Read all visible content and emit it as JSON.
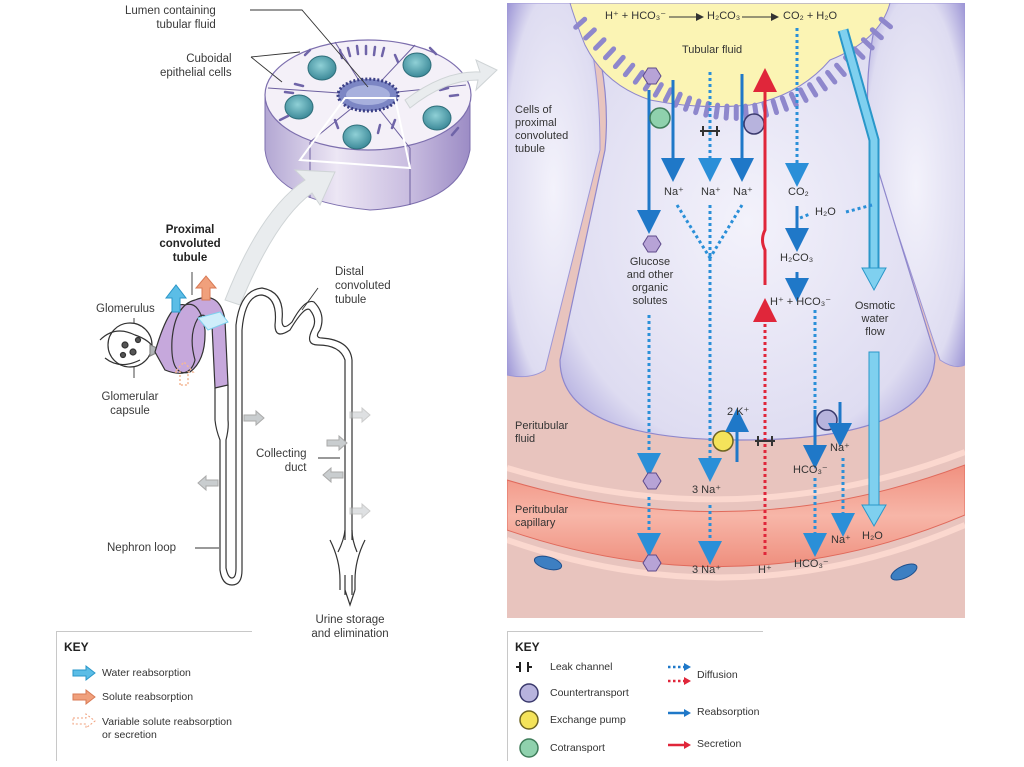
{
  "left_panel": {
    "labels": {
      "lumen": "Lumen containing\ntubular fluid",
      "cuboidal": "Cuboidal\nepithelial cells",
      "pct": "Proximal\nconvoluted\ntubule",
      "glomerulus": "Glomerulus",
      "glomerular_capsule": "Glomerular\ncapsule",
      "dct": "Distal\nconvoluted\ntubule",
      "collecting_duct": "Collecting\nduct",
      "nephron_loop": "Nephron loop",
      "urine": "Urine storage\nand elimination"
    },
    "key": {
      "title": "KEY",
      "items": [
        {
          "icon": "blue-arrow-icon",
          "label": "Water reabsorption",
          "color": "#5bbde6"
        },
        {
          "icon": "orange-arrow-icon",
          "label": "Solute reabsorption",
          "color": "#f0a07c"
        },
        {
          "icon": "dashed-orange-arrow-icon",
          "label": "Variable solute reabsorption\nor secretion",
          "color": "#f4b896"
        }
      ]
    }
  },
  "right_panel": {
    "labels": {
      "equation": "H⁺ + HCO₃⁻ ⟶ H₂CO₃ ⟶ CO₂ + H₂O",
      "eq_h": "H⁺ + HCO₃⁻",
      "eq_h2co3": "H₂CO₃",
      "eq_co2h2o": "CO₂ + H₂O",
      "tubular_fluid": "Tubular fluid",
      "cells_of_pct": "Cells of\nproximal\nconvoluted\ntubule",
      "na1": "Na⁺",
      "na2": "Na⁺",
      "na3": "Na⁺",
      "co2": "CO₂",
      "h2o_inner": "H₂O",
      "h2co3": "H₂CO₃",
      "h_hco3": "H⁺ + HCO₃⁻",
      "glucose": "Glucose\nand other\norganic\nsolutes",
      "osmotic": "Osmotic\nwater\nflow",
      "peritubular_fluid": "Peritubular\nfluid",
      "two_k": "2 K⁺",
      "na_right": "Na⁺",
      "hco3_mid": "HCO₃⁻",
      "three_na_mid": "3 Na⁺",
      "peritubular_capillary": "Peritubular\ncapillary",
      "na_cap": "Na⁺",
      "h2o_cap": "H₂O",
      "three_na_bottom": "3 Na⁺",
      "h_bottom": "H⁺",
      "hco3_bottom": "HCO₃⁻"
    },
    "key": {
      "title": "KEY",
      "items": [
        {
          "icon": "leak-channel-icon",
          "label": "Leak channel"
        },
        {
          "icon": "countertransport-icon",
          "label": "Countertransport",
          "color": "#b7b3dd"
        },
        {
          "icon": "exchange-pump-icon",
          "label": "Exchange pump",
          "color": "#f4e35a"
        },
        {
          "icon": "cotransport-icon",
          "label": "Cotransport",
          "color": "#7ec8a0"
        }
      ],
      "arrows": [
        {
          "icon": "diffusion-arrows-icon",
          "label": "Diffusion",
          "colors": [
            "#1f78c8",
            "#e0263a"
          ]
        },
        {
          "icon": "reabsorption-arrow-icon",
          "label": "Reabsorption",
          "color": "#1f78c8"
        },
        {
          "icon": "secretion-arrow-icon",
          "label": "Secretion",
          "color": "#e0263a"
        }
      ]
    }
  },
  "colors": {
    "tubular_fluid": "#fbf4b4",
    "cell": "#dcdaf0",
    "cell_edge": "#8e87cc",
    "peritubular_fluid": "#e9c3bd",
    "capillary": "#f3a496",
    "reabsorption": "#1f78c8",
    "diffusion_blue": "#2a8fd8",
    "secretion": "#e0263a",
    "water": "#5bbde6"
  }
}
